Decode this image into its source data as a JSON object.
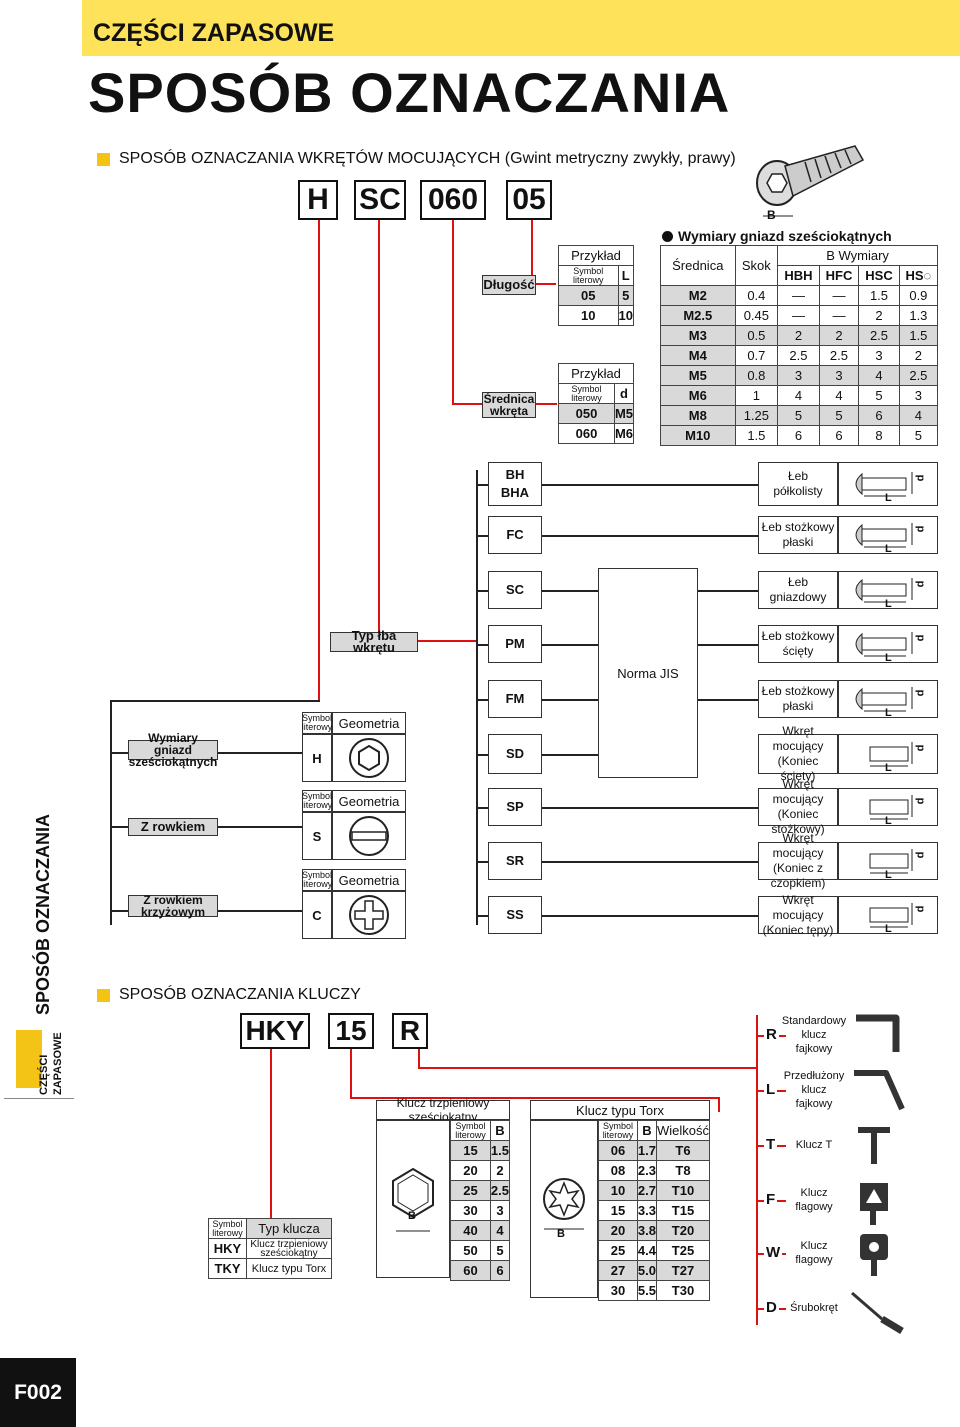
{
  "header": {
    "subtitle": "CZĘŚCI ZAPASOWE",
    "title": "SPOSÓB OZNACZANIA"
  },
  "sidebar": {
    "vertical": "SPOSÓB OZNACZANIA",
    "tab_line1": "CZĘŚCI",
    "tab_line2": "ZAPASOWE"
  },
  "page_code": "F002",
  "screws": {
    "section_title": "SPOSÓB OZNACZANIA WKRĘTÓW MOCUJĄCYCH (Gwint metryczny zwykły, prawy)",
    "code": [
      "H",
      "SC",
      "060",
      "05"
    ],
    "length_label": "Długość",
    "diameter_label": "Średnica wkręta",
    "length_table": {
      "title": "Przykład",
      "h1": "Symbol literowy",
      "h2": "L",
      "rows": [
        [
          "05",
          "5"
        ],
        [
          "10",
          "10"
        ]
      ]
    },
    "diameter_table": {
      "title": "Przykład",
      "h1": "Symbol literowy",
      "h2": "d",
      "rows": [
        [
          "050",
          "M5"
        ],
        [
          "060",
          "M6"
        ]
      ]
    },
    "socket": {
      "title": "Wymiary gniazd sześciokątnych",
      "b_label": "B",
      "col_diam": "Średnica",
      "col_pitch": "Skok",
      "col_group": "B Wymiary",
      "cols": [
        "HBH",
        "HFC",
        "HSC",
        "HS◌"
      ],
      "rows": [
        [
          "M2",
          "0.4",
          "—",
          "—",
          "1.5",
          "0.9"
        ],
        [
          "M2.5",
          "0.45",
          "—",
          "—",
          "2",
          "1.3"
        ],
        [
          "M3",
          "0.5",
          "2",
          "2",
          "2.5",
          "1.5"
        ],
        [
          "M4",
          "0.7",
          "2.5",
          "2.5",
          "3",
          "2"
        ],
        [
          "M5",
          "0.8",
          "3",
          "3",
          "4",
          "2.5"
        ],
        [
          "M6",
          "1",
          "4",
          "4",
          "5",
          "3"
        ],
        [
          "M8",
          "1.25",
          "5",
          "5",
          "6",
          "4"
        ],
        [
          "M10",
          "1.5",
          "6",
          "6",
          "8",
          "5"
        ]
      ]
    },
    "head_type_label": "Typ łba wkrętu",
    "norm_label": "Norma JIS",
    "types": [
      {
        "codes": "BH\nBHA",
        "c1": "BH",
        "c2": "BHA",
        "desc1": "Łeb",
        "desc2": "półkolisty"
      },
      {
        "c1": "FC",
        "desc1": "Łeb stożkowy",
        "desc2": "płaski"
      },
      {
        "c1": "SC",
        "desc1": "Łeb",
        "desc2": "gniazdowy"
      },
      {
        "c1": "PM",
        "desc1": "Łeb stożkowy",
        "desc2": "ścięty"
      },
      {
        "c1": "FM",
        "desc1": "Łeb stożkowy",
        "desc2": "płaski"
      },
      {
        "c1": "SD",
        "desc1": "Wkręt mocujący",
        "desc2": "(Koniec ścięty)"
      },
      {
        "c1": "SP",
        "desc1": "Wkręt mocujący",
        "desc2": "(Koniec stożkowy)"
      },
      {
        "c1": "SR",
        "desc1": "Wkręt mocujący",
        "desc2": "(Koniec z czopkiem)"
      },
      {
        "c1": "SS",
        "desc1": "Wkręt mocujący",
        "desc2": "(Koniec tępy)"
      }
    ],
    "geo_blocks": [
      {
        "left_label": "Wymiary gniazd sześciokątnych",
        "symbol": "H"
      },
      {
        "left_label": "Z rowkiem",
        "symbol": "S"
      },
      {
        "left_label": "Z rowkiem krzyżowym",
        "symbol": "C"
      }
    ],
    "geo_header1": "Symbol literowy",
    "geo_header2": "Geometria",
    "dim_d": "d",
    "dim_l": "L"
  },
  "keys": {
    "section_title": "SPOSÓB OZNACZANIA KLUCZY",
    "code": [
      "HKY",
      "15",
      "R"
    ],
    "type_table": {
      "h1": "Symbol literowy",
      "h2": "Typ klucza",
      "rows": [
        [
          "HKY",
          "Klucz trzpieniowy sześciokątny"
        ],
        [
          "TKY",
          "Klucz typu Torx"
        ]
      ]
    },
    "hex_table": {
      "title": "Klucz trzpieniowy sześciokątny",
      "h1": "Symbol literowy",
      "h2": "B",
      "b": "B",
      "rows": [
        [
          "15",
          "1.5"
        ],
        [
          "20",
          "2"
        ],
        [
          "25",
          "2.5"
        ],
        [
          "30",
          "3"
        ],
        [
          "40",
          "4"
        ],
        [
          "50",
          "5"
        ],
        [
          "60",
          "6"
        ]
      ]
    },
    "torx_table": {
      "title": "Klucz typu Torx",
      "h1": "Symbol literowy",
      "h2": "B",
      "h3": "Wielkość",
      "b": "B",
      "rows": [
        [
          "06",
          "1.7",
          "T6"
        ],
        [
          "08",
          "2.3",
          "T8"
        ],
        [
          "10",
          "2.7",
          "T10"
        ],
        [
          "15",
          "3.3",
          "T15"
        ],
        [
          "20",
          "3.8",
          "T20"
        ],
        [
          "25",
          "4.4",
          "T25"
        ],
        [
          "27",
          "5.0",
          "T27"
        ],
        [
          "30",
          "5.5",
          "T30"
        ]
      ]
    },
    "shapes": [
      {
        "letter": "R",
        "desc1": "Standardowy",
        "desc2": "klucz fajkowy"
      },
      {
        "letter": "L",
        "desc1": "Przedłużony",
        "desc2": "klucz fajkowy"
      },
      {
        "letter": "T",
        "desc1": "Klucz T",
        "desc2": ""
      },
      {
        "letter": "F",
        "desc1": "Klucz",
        "desc2": "flagowy"
      },
      {
        "letter": "W",
        "desc1": "Klucz",
        "desc2": "flagowy"
      },
      {
        "letter": "D",
        "desc1": "Śrubokręt",
        "desc2": ""
      }
    ]
  }
}
